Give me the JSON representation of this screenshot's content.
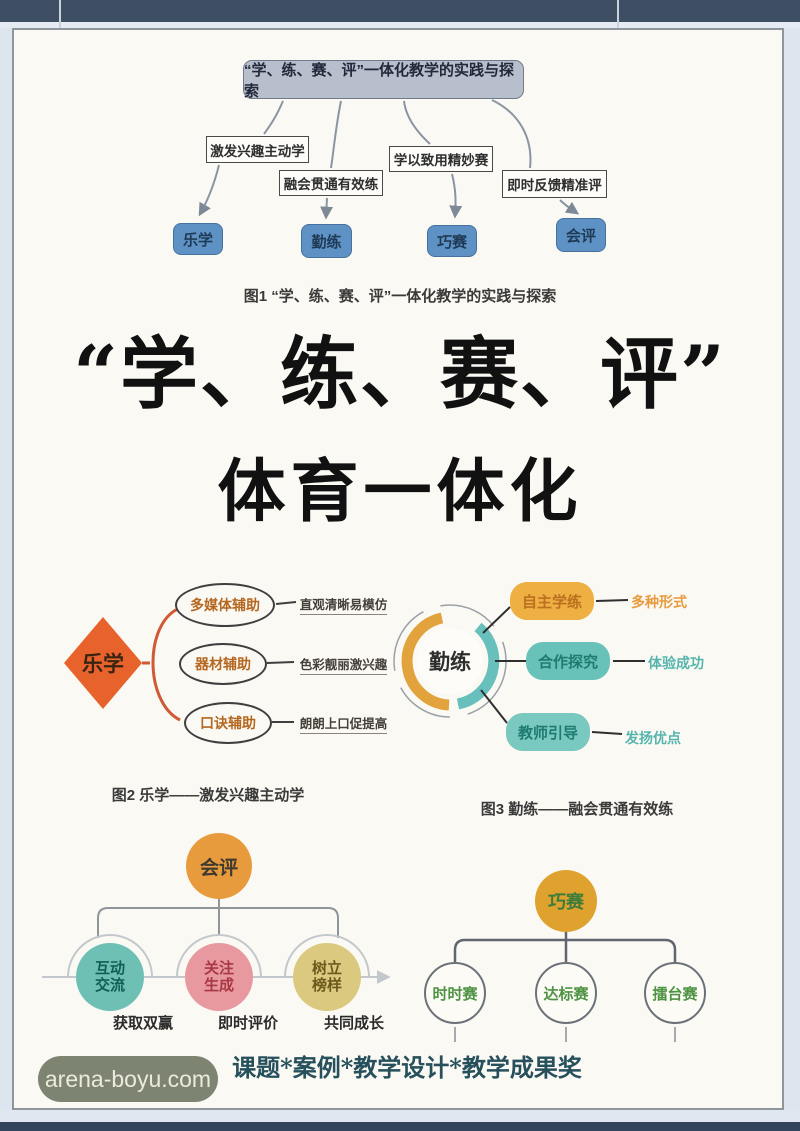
{
  "fig1": {
    "title": "“学、练、赛、评”一体化教学的实践与探索",
    "mid": [
      "激发兴趣主动学",
      "融会贯通有效练",
      "学以致用精妙赛",
      "即时反馈精准评"
    ],
    "leaves": [
      "乐学",
      "勤练",
      "巧赛",
      "会评"
    ],
    "caption": "图1  “学、练、赛、评”一体化教学的实践与探索"
  },
  "poster": {
    "line1": "“学、练、赛、评”",
    "line2": "体育一体化"
  },
  "fig2": {
    "center": "乐学",
    "nodes": [
      {
        "name": "多媒体辅助",
        "desc": "直观清晰易模仿"
      },
      {
        "name": "器材辅助",
        "desc": "色彩靓丽激兴趣"
      },
      {
        "name": "口诀辅助",
        "desc": "朗朗上口促提高"
      }
    ],
    "caption": "图2  乐学——激发兴趣主动学"
  },
  "fig3": {
    "center": "勤练",
    "nodes": [
      {
        "name": "自主学练",
        "desc": "多种形式"
      },
      {
        "name": "合作探究",
        "desc": "体验成功"
      },
      {
        "name": "教师引导",
        "desc": "发扬优点"
      }
    ],
    "caption": "图3  勤练——融会贯通有效练"
  },
  "fig4": {
    "root": "会评",
    "nodes": [
      {
        "name": "互动交流",
        "desc": "获取双赢"
      },
      {
        "name": "关注生成",
        "desc": "即时评价"
      },
      {
        "name": "树立榜样",
        "desc": "共同成长"
      }
    ]
  },
  "fig5": {
    "root": "巧赛",
    "nodes": [
      {
        "name": "时时赛"
      },
      {
        "name": "达标赛"
      },
      {
        "name": "擂台赛"
      }
    ]
  },
  "footer": {
    "tagline": "课题*案例*教学设计*教学成果奖",
    "watermark": "arena-boyu.com"
  },
  "colors": {
    "leaf_blue": "#5e92c5",
    "diamond_orange": "#e8632c",
    "amber": "#eeb043",
    "teal": "#69c2b9",
    "pink": "#e8989f",
    "khaki": "#dac97f",
    "root_orange": "#e89b3d",
    "green_text": "#4e9343",
    "topbar": "#3e4f63"
  }
}
